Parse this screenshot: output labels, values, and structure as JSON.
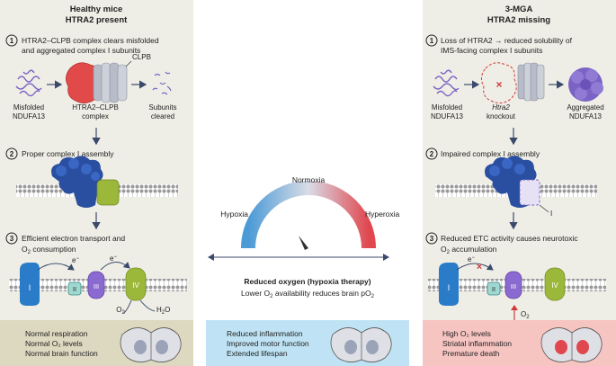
{
  "left": {
    "title": "Healthy mice",
    "subtitle": "HTRA2 present",
    "step1": {
      "num": "1",
      "line1": "HTRA2–CLPB complex clears misfolded",
      "line2": "and aggregated complex I subunits"
    },
    "clpb_label": "CLPB",
    "labels": {
      "misfolded_1": "Misfolded",
      "misfolded_2": "NDUFA13",
      "complex_1": "HTRA2–CLPB",
      "complex_2": "complex",
      "subunits_1": "Subunits",
      "subunits_2": "cleared"
    },
    "step2": {
      "num": "2",
      "line1": "Proper complex I assembly"
    },
    "step3": {
      "num": "3",
      "line1": "Efficient electron transport and",
      "line2a": "O",
      "line2sub": "2",
      "line2b": " consumption"
    },
    "etc": {
      "c1": "I",
      "c2": "II",
      "c3": "III",
      "c4": "IV",
      "e1": "e",
      "e2": "e",
      "sup": "−",
      "o2": "O",
      "o2sub": "2",
      "h2o_a": "H",
      "h2o_sub": "2",
      "h2o_b": "O"
    },
    "outcome": [
      "Normal respiration",
      "Normal O₂ levels",
      "Normal brain function"
    ]
  },
  "middle": {
    "gauge": {
      "left": "Hypoxia",
      "top": "Normoxia",
      "right": "Hyperoxia"
    },
    "therapy_title": "Reduced oxygen (hypoxia therapy)",
    "therapy_a": "Lower O",
    "therapy_sub": "2",
    "therapy_b": " availability reduces brain pO",
    "therapy_sub2": "2",
    "outcome": [
      "Reduced inflammation",
      "Improved motor function",
      "Extended lifespan"
    ]
  },
  "right": {
    "title": "3-MGA",
    "subtitle": "HTRA2 missing",
    "step1": {
      "num": "1",
      "line1": "Loss of HTRA2 → reduced solubility of",
      "line2": "IMS-facing complex I subunits"
    },
    "labels": {
      "misfolded_1": "Misfolded",
      "misfolded_2": "NDUFA13",
      "knockout_1": "Htra2",
      "knockout_2": "knockout",
      "aggregated_1": "Aggregated",
      "aggregated_2": "NDUFA13"
    },
    "x_mark": "×",
    "step2": {
      "num": "2",
      "line1": "Impaired complex I assembly"
    },
    "complex_label": "I",
    "step3": {
      "num": "3",
      "line1": "Reduced ETC activity causes neurotoxic",
      "line2a": "O",
      "line2sub": "2",
      "line2b": " accumulation"
    },
    "etc": {
      "c1": "I",
      "c2": "II",
      "c3": "III",
      "c4": "IV",
      "e1": "e",
      "sup": "−",
      "x": "×",
      "o2": "O",
      "o2sub": "2"
    },
    "outcome": [
      "High O₂ levels",
      "Striatal inflammation",
      "Premature death"
    ]
  },
  "colors": {
    "panel_bg": "#efeee6",
    "left_outcome": "#ddd8c0",
    "mid_outcome": "#bfe3f4",
    "right_outcome": "#f6c4c1",
    "complex_blue": "#2a4fa0",
    "complex_green": "#9cb83a",
    "htra2_red": "#e24a4a",
    "aggregate_purple": "#7a63c4",
    "arrow": "#3b4a6b"
  }
}
